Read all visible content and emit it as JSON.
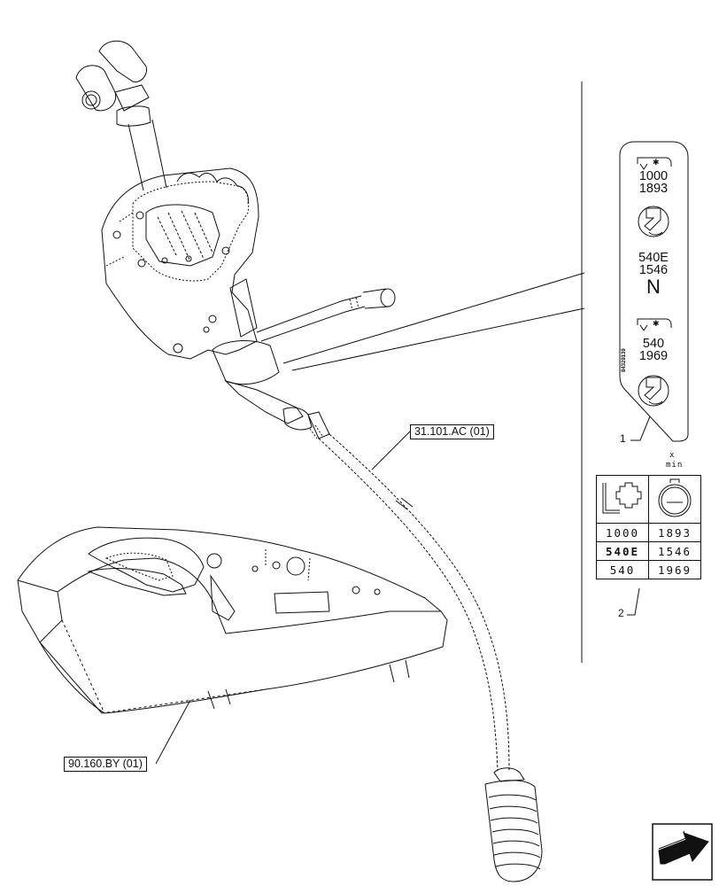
{
  "references": {
    "cable": "31.101.AC (01)",
    "console": "90.160.BY (01)"
  },
  "callouts": [
    "1",
    "2"
  ],
  "decal": {
    "part_number": "84329139",
    "upper_speeds": [
      "1000",
      "1893"
    ],
    "middle_speeds": [
      "540E",
      "1546"
    ],
    "neutral": "N",
    "lower_speeds": [
      "540",
      "1969"
    ]
  },
  "speed_table": {
    "header_icon_right": [
      "x",
      "min"
    ],
    "rows": [
      [
        "1000",
        "1893"
      ],
      [
        "540E",
        "1546"
      ],
      [
        "540",
        "1969"
      ]
    ],
    "bold_row": 1
  },
  "icons": [
    "pto-lever-assembly",
    "shift-console",
    "pto-cable",
    "decal-label",
    "pto-shaft-icon",
    "rpm-icon",
    "next-page-arrow-icon"
  ]
}
